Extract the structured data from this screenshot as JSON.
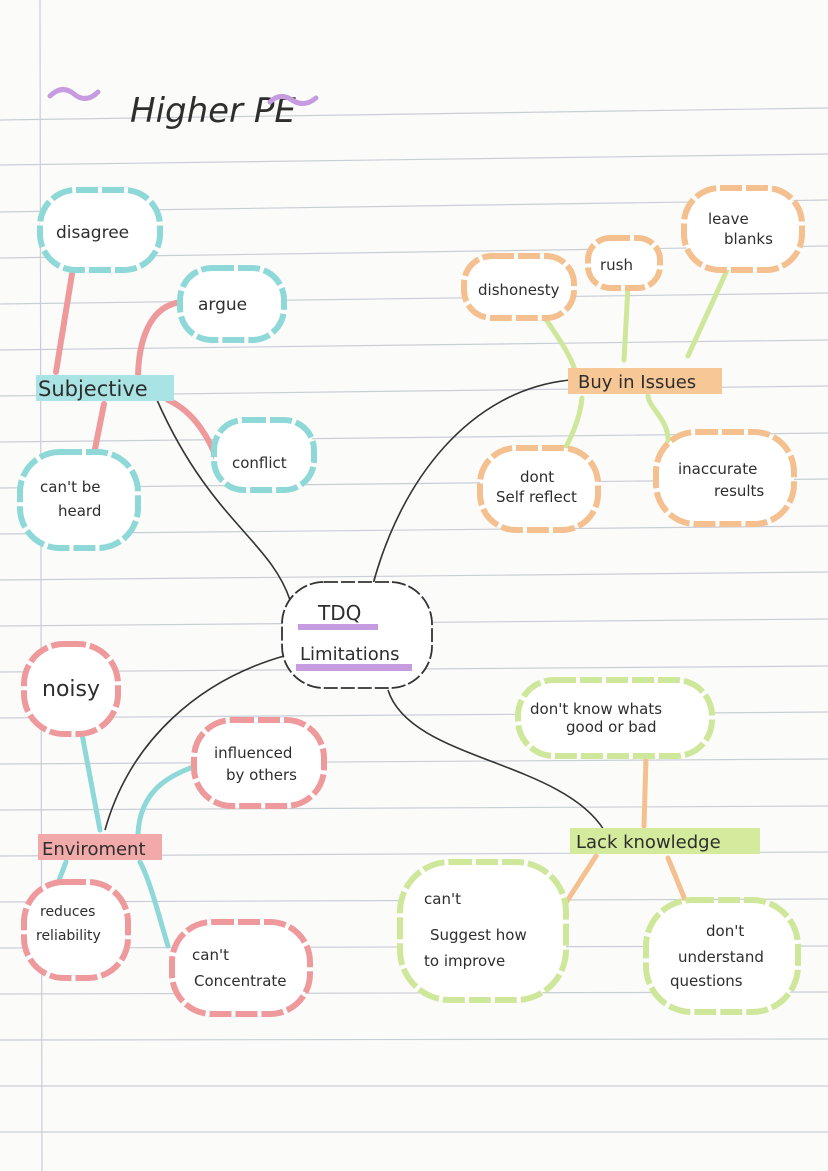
{
  "title": "Higher PE",
  "colors": {
    "purple": "#c79be0",
    "teal": "#8fd8d8",
    "teal_fill": "#a9e3e3",
    "red": "#ee9a9d",
    "red_fill": "#f2a9aa",
    "orange": "#f4c08f",
    "orange_fill": "#f7c796",
    "green": "#cfe79b",
    "green_fill": "#d4ea9d",
    "ink": "#333333",
    "line": "#c9ced6"
  },
  "center": {
    "line1": "TDQ",
    "line2": "Limitations"
  },
  "branches": {
    "subjective": {
      "label": "Subjective",
      "leaves": {
        "disagree": "disagree",
        "argue": "argue",
        "conflict": "conflict",
        "cant_be_heard_1": "can't be",
        "cant_be_heard_2": "heard"
      }
    },
    "buy_in": {
      "label": "Buy in Issues",
      "leaves": {
        "dishonesty": "dishonesty",
        "rush": "rush",
        "leave_blanks_1": "leave",
        "leave_blanks_2": "blanks",
        "dont_self_reflect_1": "dont",
        "dont_self_reflect_2": "Self reflect",
        "inaccurate_results_1": "inaccurate",
        "inaccurate_results_2": "results"
      }
    },
    "environment": {
      "label": "Enviroment",
      "leaves": {
        "noisy": "noisy",
        "influenced_1": "influenced",
        "influenced_2": "by others",
        "reduces_1": "reduces",
        "reduces_2": "reliability",
        "cant_concentrate_1": "can't",
        "cant_concentrate_2": "Concentrate"
      }
    },
    "knowledge": {
      "label": "Lack knowledge",
      "leaves": {
        "good_bad_1": "don't know whats",
        "good_bad_2": "good or bad",
        "suggest_1": "can't",
        "suggest_2": "Suggest how",
        "suggest_3": "to improve",
        "understand_1": "don't",
        "understand_2": "understand",
        "understand_3": "questions"
      }
    }
  }
}
